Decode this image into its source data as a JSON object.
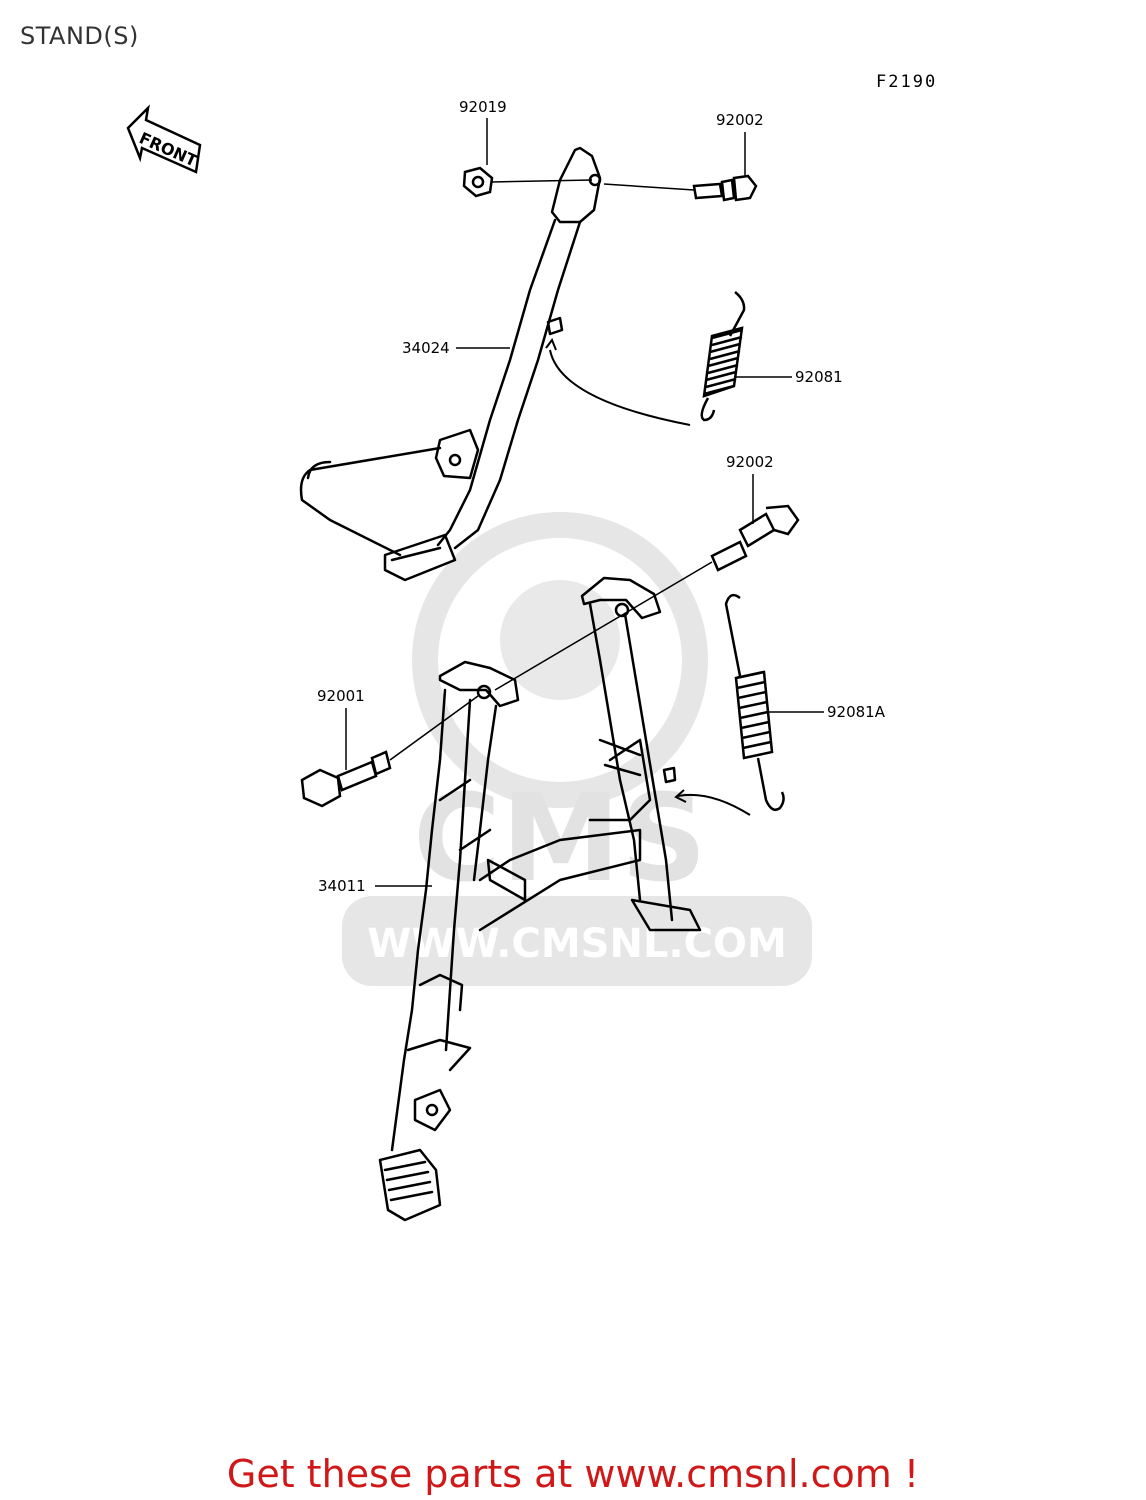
{
  "page": {
    "title": "STAND(S)",
    "figure_code": "F2190",
    "front_arrow_text": "FRONT"
  },
  "watermark": {
    "logo_text": "CMS",
    "url_text": "WWW.CMSNL.COM"
  },
  "labels": {
    "p92019": "92019",
    "p92002_top": "92002",
    "p34024": "34024",
    "p92081": "92081",
    "p92002_mid": "92002",
    "p92001": "92001",
    "p92081A": "92081A",
    "p34011": "34011"
  },
  "footer": {
    "text": "Get these parts at www.cmsnl.com !"
  },
  "colors": {
    "line": "#000000",
    "watermark": "#e4e4e4",
    "footer": "#d01818"
  }
}
